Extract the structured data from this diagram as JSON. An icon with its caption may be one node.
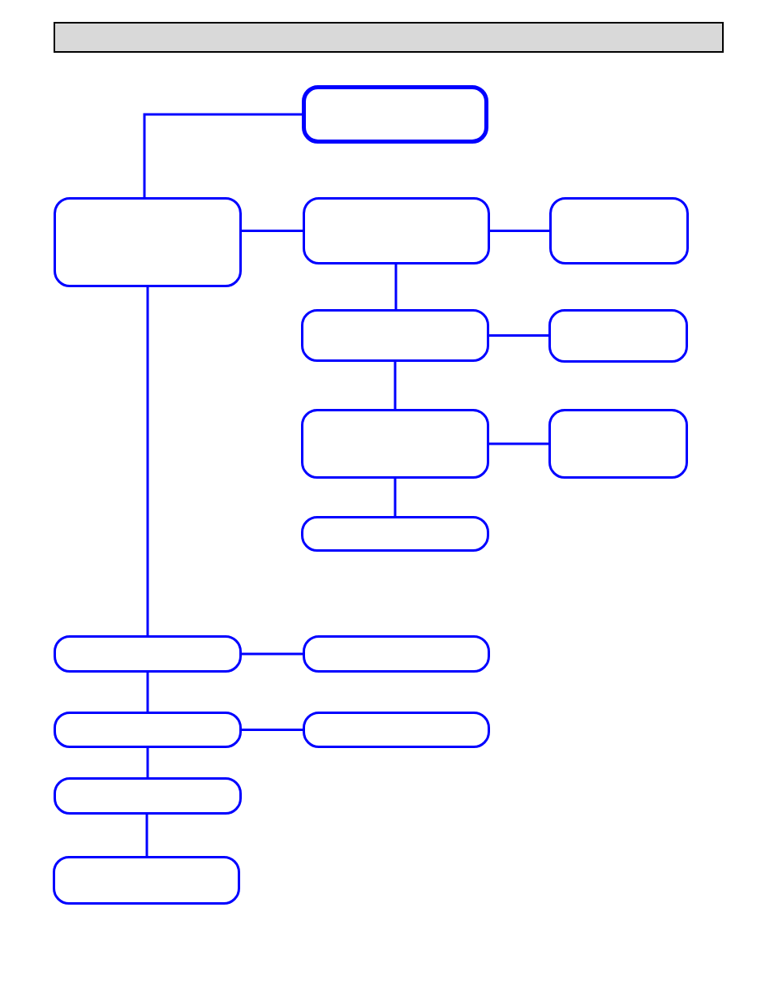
{
  "diagram": {
    "nodes": [
      {
        "text": [],
        "shape": "box"
      },
      {
        "text": [],
        "shape": "box"
      },
      {
        "text": [],
        "shape": "box"
      },
      {
        "text": [],
        "shape": "box"
      },
      {
        "text": [],
        "shape": "box"
      },
      {
        "text": [],
        "shape": "box"
      },
      {
        "text": [],
        "shape": "box"
      },
      {
        "text": [],
        "shape": "box"
      },
      {
        "text": [],
        "shape": "box"
      },
      {
        "text": [],
        "shape": "box"
      },
      {
        "text": [],
        "shape": "box"
      },
      {
        "text": [],
        "shape": "box"
      },
      {
        "text": [],
        "shape": "box"
      },
      {
        "text": [],
        "shape": "box"
      },
      {
        "text": [],
        "shape": "box"
      }
    ],
    "edges": [
      {
        "from": 0,
        "to": 1,
        "arrow": "none"
      },
      {
        "from": 1,
        "to": 2,
        "arrow": "none"
      },
      {
        "from": 2,
        "to": 3,
        "arrow": "none"
      },
      {
        "from": 2,
        "to": 4,
        "arrow": "none"
      },
      {
        "from": 4,
        "to": 5,
        "arrow": "none"
      },
      {
        "from": 4,
        "to": 6,
        "arrow": "none"
      },
      {
        "from": 6,
        "to": 7,
        "arrow": "none"
      },
      {
        "from": 6,
        "to": 8,
        "arrow": "none"
      },
      {
        "from": 1,
        "to": 9,
        "arrow": "none"
      },
      {
        "from": 9,
        "to": 10,
        "arrow": "none"
      },
      {
        "from": 9,
        "to": 11,
        "arrow": "none"
      },
      {
        "from": 11,
        "to": 12,
        "arrow": "none"
      },
      {
        "from": 11,
        "to": 13,
        "arrow": "none"
      },
      {
        "from": 13,
        "to": 14,
        "arrow": "none"
      }
    ]
  }
}
